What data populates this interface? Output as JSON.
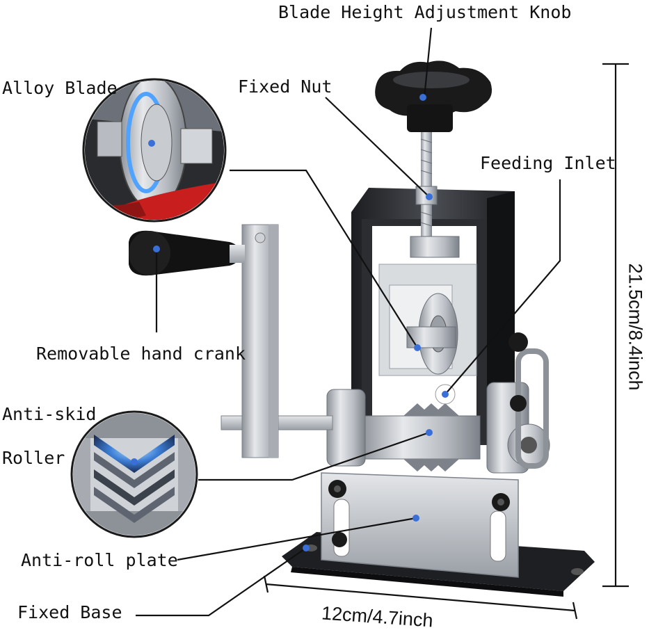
{
  "labels": {
    "knob": "Blade Height Adjustment Knob",
    "blade": "Alloy Blade",
    "nut": "Fixed Nut",
    "inlet": "Feeding Inlet",
    "crank": "Removable hand crank",
    "antiskid": "Anti-skid",
    "roller": "Roller",
    "antiroll": "Anti-roll plate",
    "base": "Fixed Base"
  },
  "dimensions": {
    "height": "21.5cm/8.4inch",
    "width": "12cm/4.7inch"
  },
  "colors": {
    "line": "#111111",
    "marker": "#3a6fd8",
    "steel": "#c9ccd1",
    "steel_dark": "#8d9299",
    "frame": "#2b2d31",
    "knob": "#1a1a1a",
    "base": "#1e1f22"
  },
  "icons": {
    "detail_blade": "blade-detail-icon",
    "detail_roller": "roller-detail-icon"
  }
}
